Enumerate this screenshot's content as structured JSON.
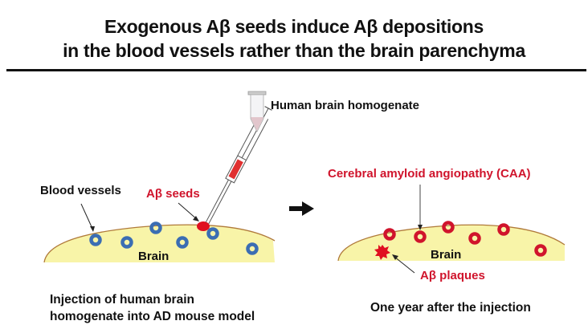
{
  "title": {
    "line1": "Exogenous Aβ seeds induce Aβ depositions",
    "line2": "in the blood vessels rather than the brain parenchyma"
  },
  "left_panel": {
    "homogenate_label": "Human brain homogenate",
    "blood_vessels_label": "Blood vessels",
    "seeds_label": "Aβ seeds",
    "brain_label": "Brain",
    "caption_line1": "Injection of human brain",
    "caption_line2": "homogenate into AD mouse model"
  },
  "right_panel": {
    "caa_label": "Cerebral amyloid angiopathy (CAA)",
    "brain_label": "Brain",
    "plaques_label": "Aβ plaques",
    "caption": "One year after the injection"
  },
  "colors": {
    "brain_fill": "#f8f4a8",
    "brain_outline": "#b07a3a",
    "vessel_normal": "#3b6db3",
    "vessel_amyloid": "#d0142c",
    "accent_red": "#d0142c"
  }
}
